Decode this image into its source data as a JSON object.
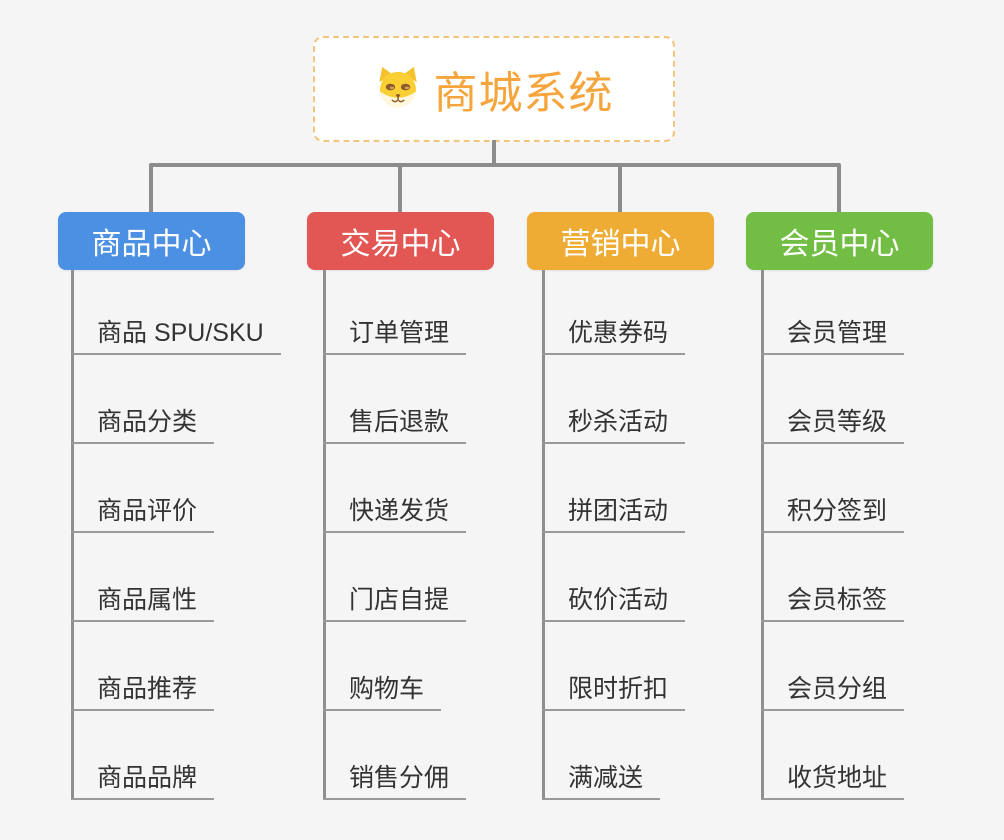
{
  "root": {
    "title": "商城系统",
    "icon": "dog-face-icon",
    "title_color": "#F5A53C",
    "border_color": "#F2C47E"
  },
  "connector_color": "#8C8C8C",
  "columns": [
    {
      "label": "商品中心",
      "color": "#4B90E2",
      "items": [
        "商品 SPU/SKU",
        "商品分类",
        "商品评价",
        "商品属性",
        "商品推荐",
        "商品品牌"
      ]
    },
    {
      "label": "交易中心",
      "color": "#E25754",
      "items": [
        "订单管理",
        "售后退款",
        "快递发货",
        "门店自提",
        "购物车",
        "销售分佣"
      ]
    },
    {
      "label": "营销中心",
      "color": "#EFAC35",
      "items": [
        "优惠券码",
        "秒杀活动",
        "拼团活动",
        "砍价活动",
        "限时折扣",
        "满减送"
      ]
    },
    {
      "label": "会员中心",
      "color": "#72BE44",
      "items": [
        "会员管理",
        "会员等级",
        "积分签到",
        "会员标签",
        "会员分组",
        "收货地址"
      ]
    }
  ]
}
